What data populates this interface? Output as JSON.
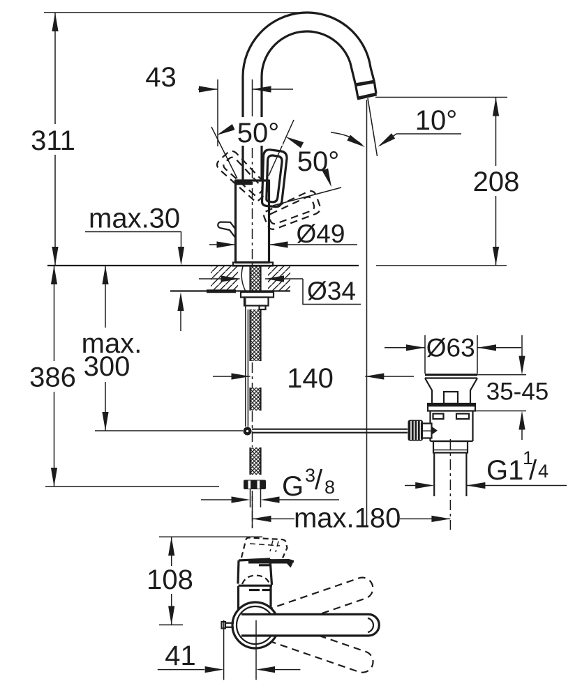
{
  "drawing": {
    "kind": "technical-dimension-drawing",
    "subject": "single-lever basin mixer with high swivel spout and pop-up waste",
    "units": "mm",
    "ink_color": "#1c1c1c",
    "background_color": "#ffffff"
  },
  "labels": {
    "total_height": "311",
    "spout_offset": "43",
    "handle_swing_left": "50°",
    "handle_swing_right": "50°",
    "spout_outlet_angle": "10°",
    "outlet_height": "208",
    "deck_thickness": "max.30",
    "body_diameter": "Ø49",
    "hole_diameter": "Ø34",
    "hose_length_line1": "max.",
    "hose_length_line2": "300",
    "under_deck_depth": "386",
    "spout_reach": "140",
    "waste_plug_diameter": "Ø63",
    "basin_thickness": "35-45",
    "supply_thread": {
      "prefix": "G",
      "numerator": "3",
      "slash": "/",
      "denominator": "8"
    },
    "waste_thread": {
      "prefix": "G1",
      "numerator": "1",
      "slash": "/",
      "denominator": "4"
    },
    "axis_distance": "max.180",
    "handle_height": "108",
    "rod_offset": "41"
  }
}
